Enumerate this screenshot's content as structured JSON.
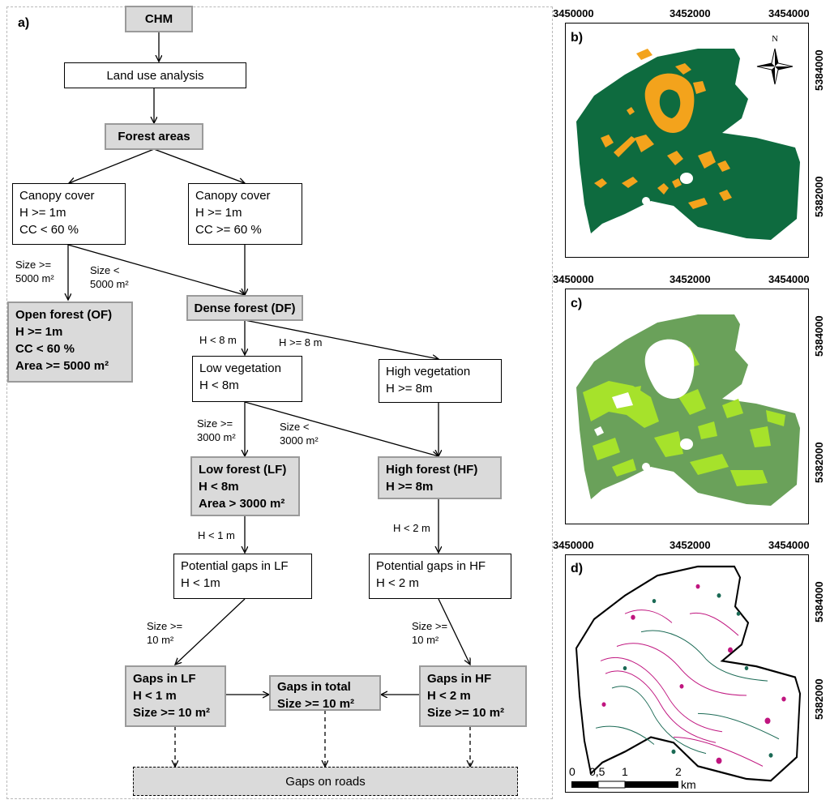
{
  "panel_a": {
    "letter": "a)",
    "chm": "CHM",
    "land_use": "Land use analysis",
    "forest_areas": "Forest areas",
    "canopy_left": "Canopy cover\nH >= 1m\nCC < 60 %",
    "canopy_right": "Canopy cover\nH >= 1m\nCC >= 60 %",
    "lbl_size_ge_5000": "Size >=\n5000 m²",
    "lbl_size_lt_5000": "Size <\n5000 m²",
    "open_forest": "Open forest (OF)\nH >= 1m\nCC < 60 %\nArea >= 5000 m²",
    "dense_forest": "Dense forest (DF)",
    "lbl_h_lt_8": "H < 8 m",
    "lbl_h_ge_8": "H >= 8 m",
    "low_veg": "Low vegetation\nH < 8m",
    "high_veg": "High vegetation\nH >= 8m",
    "lbl_size_ge_3000": "Size >=\n3000 m²",
    "lbl_size_lt_3000": "Size <\n3000 m²",
    "low_forest": "Low forest (LF)\nH < 8m\nArea > 3000 m²",
    "high_forest": "High forest (HF)\nH >= 8m",
    "lbl_h_lt_1": "H < 1 m",
    "lbl_h_lt_2": "H < 2 m",
    "pot_gaps_lf": "Potential gaps in LF\nH < 1m",
    "pot_gaps_hf": "Potential gaps in HF\nH < 2 m",
    "lbl_size_ge_10_left": "Size >=\n10 m²",
    "lbl_size_ge_10_right": "Size >=\n10 m²",
    "gaps_lf": "Gaps in LF\nH < 1 m\nSize >= 10 m²",
    "gaps_total": "Gaps in total\nSize >= 10 m²",
    "gaps_hf": "Gaps in HF\nH < 2 m\nSize >= 10 m²",
    "gaps_roads": "Gaps on roads"
  },
  "maps": {
    "x_ticks": [
      "3450000",
      "3452000",
      "3454000"
    ],
    "y_ticks": [
      "5384000",
      "5382000"
    ],
    "panel_b": "b)",
    "panel_c": "c)",
    "panel_d": "d)",
    "north": "N",
    "scale_labels": [
      "0",
      "0,5",
      "1",
      "2"
    ],
    "scale_unit": "km",
    "colors": {
      "b_forest": "#0e6b3f",
      "b_open": "#f3a31c",
      "c_high": "#6aa15a",
      "c_low": "#a6e22b",
      "d_outline": "#000000",
      "d_gap_a": "#c0157f",
      "d_gap_b": "#1b6a55"
    }
  }
}
